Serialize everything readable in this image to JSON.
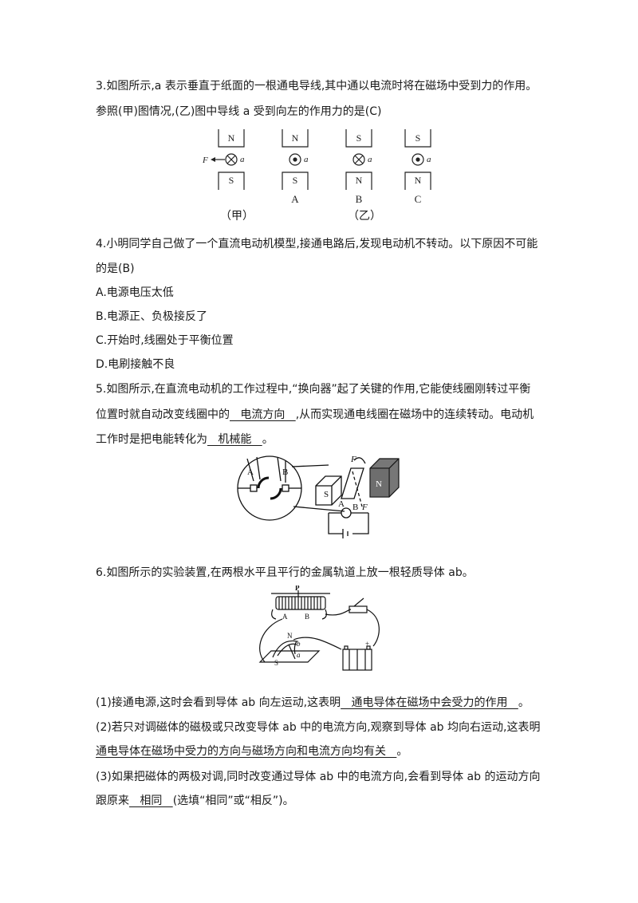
{
  "q3": {
    "line1": "3.如图所示,a 表示垂直于纸面的一根通电导线,其中通以电流时将在磁场中受到力的作用。",
    "line2": "参照(甲)图情况,(乙)图中导线 a 受到向左的作用力的是(C)",
    "figure": {
      "force_label": "F",
      "wire_label": "a",
      "magnets": [
        {
          "top": "N",
          "bottom": "S",
          "current": "into-page"
        },
        {
          "top": "N",
          "bottom": "S",
          "current": "out-of-page"
        },
        {
          "top": "S",
          "bottom": "N",
          "current": "into-page"
        },
        {
          "top": "S",
          "bottom": "N",
          "current": "out-of-page"
        }
      ],
      "option_labels": [
        "A",
        "B",
        "C"
      ],
      "caption_jia": "（甲）",
      "caption_yi": "（乙）"
    }
  },
  "q4": {
    "line1": "4.小明同学自己做了一个直流电动机模型,接通电路后,发现电动机不转动。以下原因不可能",
    "line2": "的是(B)",
    "options": [
      "A.电源电压太低",
      "B.电源正、负极接反了",
      "C.开始时,线圈处于平衡位置",
      "D.电刷接触不良"
    ]
  },
  "q5": {
    "line1": "5.如图所示,在直流电动机的工作过程中,“换向器”起了关键的作用,它能使线圈刚转过平衡",
    "line2_a": "位置时就自动改变线圈中的",
    "line2_blank": "   电流方向   ",
    "line2_b": ",从而实现通电线圈在磁场中的连续转动。电动机",
    "line3_a": "工作时是把电能转化为",
    "line3_blank": "   机械能   ",
    "line3_b": "。",
    "figure": {
      "labels": [
        "A",
        "B",
        "S",
        "N",
        "F",
        "F",
        "A",
        "B"
      ]
    }
  },
  "q6": {
    "line1": "6.如图所示的实验装置,在两根水平且平行的金属轨道上放一根轻质导体 ab。",
    "figure": {
      "labels": [
        "P",
        "A",
        "B",
        "N",
        "b",
        "a",
        "S",
        "+"
      ]
    },
    "p1_a": "(1)接通电源,这时会看到导体 ab 向左运动,这表明",
    "p1_blank": "   通电导体在磁场中会受力的作用   ",
    "p1_b": "。",
    "p2_line1": "(2)若只对调磁体的磁极或只改变导体 ab 中的电流方向,观察到导体 ab 均向右运动,这表明",
    "p2_blank": "通电导体在磁场中受力的方向与磁场方向和电流方向均有关   ",
    "p2_b": "。",
    "p3_line1": "(3)如果把磁体的两极对调,同时改变通过导体 ab 中的电流方向,会看到导体 ab 的运动方向",
    "p3_a": "跟原来",
    "p3_blank": "   相同   ",
    "p3_b": "(选填“相同”或“相反”)。"
  }
}
